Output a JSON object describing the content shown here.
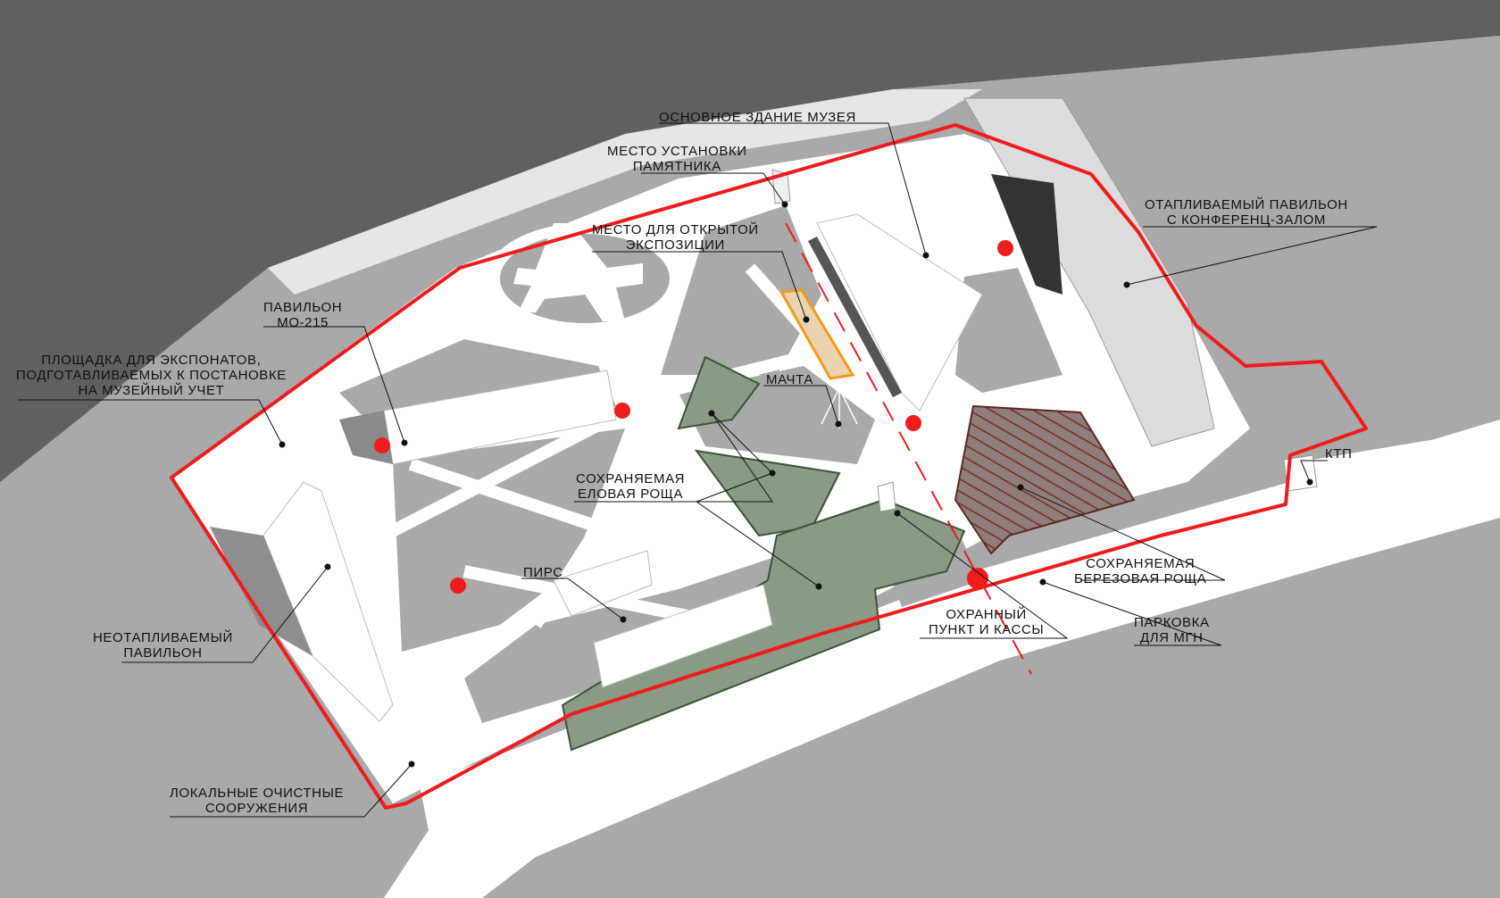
{
  "labels": {
    "main_building": [
      "ОСНОВНОЕ ЗДАНИЕ МУЗЕЯ"
    ],
    "monument_site": [
      "МЕСТО УСТАНОВКИ",
      "ПАМЯТНИКА"
    ],
    "open_exhibit": [
      "МЕСТО ДЛЯ ОТКРЫТОЙ",
      "ЭКСПОЗИЦИИ"
    ],
    "heated_pavilion": [
      "ОТАПЛИВАЕМЫЙ ПАВИЛЬОН",
      "С КОНФЕРЕНЦ-ЗАЛОМ"
    ],
    "pavilion_mo215": [
      "ПАВИЛЬОН",
      "МО-215"
    ],
    "exhibit_platform": [
      "ПЛОЩАДКА ДЛЯ ЭКСПОНАТОВ,",
      "ПОДГОТАВЛИВАЕМЫХ К ПОСТАНОВКЕ",
      "НА МУЗЕЙНЫЙ УЧЕТ"
    ],
    "mast": [
      "МАЧТА"
    ],
    "spruce_grove": [
      "СОХРАНЯЕМАЯ",
      "ЕЛОВАЯ РОЩА"
    ],
    "pier": [
      "ПИРС"
    ],
    "unheated_pavilion": [
      "НЕОТАПЛИВАЕМЫЙ",
      "ПАВИЛЬОН"
    ],
    "treatment": [
      "ЛОКАЛЬНЫЕ ОЧИСТНЫЕ",
      "СООРУЖЕНИЯ"
    ],
    "ktp": [
      "КТП"
    ],
    "birch_grove": [
      "СОХРАНЯЕМАЯ",
      "БЕРЕЗОВАЯ РОЩА"
    ],
    "security": [
      "ОХРАННЫЙ",
      "ПУНКТ И КАССЫ"
    ],
    "parking": [
      "ПАРКОВКА",
      "ДЛЯ МГН"
    ]
  },
  "colors": {
    "water": "#5f5f5f",
    "ground": "#a8a8a8",
    "paths": "#ffffff",
    "boundary": "#ee1c1c",
    "entrance_marker": "#ee1c1c",
    "spruce_grove_fill": "#8b9a84",
    "birch_grove_fill": "#7a6a66",
    "open_exhibit_outline": "#f29a1c"
  }
}
